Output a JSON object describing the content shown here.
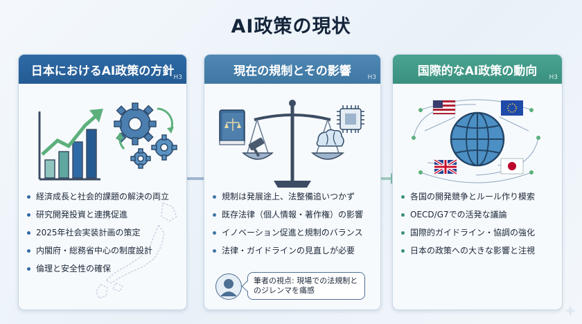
{
  "title": "AI政策の現状",
  "sections": [
    {
      "heading": "日本におけるAI政策の方針",
      "tag": "H3",
      "bullets": [
        "経済成長と社会的課題の解決の両立",
        "研究開発投資と連携促進",
        "2025年社会実装計画の策定",
        "内閣府・総務省中心の制度設計",
        "倫理と安全性の確保"
      ]
    },
    {
      "heading": "現在の規制とその影響",
      "tag": "H3",
      "bullets": [
        "規制は発展途上、法整備追いつかず",
        "既存法律（個人情報・著作権）の影響",
        "イノベーション促進と規制のバランス",
        "法律・ガイドラインの見直しが必要"
      ],
      "author_note": {
        "line1": "筆者の視点: 現場での法規制と",
        "line2": "のジレンマを痛感"
      }
    },
    {
      "heading": "国際的なAI政策の動向",
      "tag": "H3",
      "bullets": [
        "各国の開発競争とルール作り模索",
        "OECD/G7での活発な議論",
        "国際的ガイドライン・協調の強化",
        "日本の政策への大きな影響と注視"
      ]
    }
  ],
  "icons": {
    "section1": [
      "growth-chart-icon",
      "gears-icon",
      "japan-map-icon"
    ],
    "section2": [
      "law-book-icon",
      "scales-icon",
      "gavel-icon",
      "brain-icon",
      "chip-icon",
      "user-avatar-icon"
    ],
    "section3": [
      "globe-network-icon",
      "us-flag-icon",
      "eu-flag-icon",
      "uk-flag-icon",
      "japan-flag-icon"
    ]
  },
  "colors": {
    "section1_header": "#245b93",
    "section2_header": "#3f77a3",
    "section3_header": "#3a907e"
  }
}
